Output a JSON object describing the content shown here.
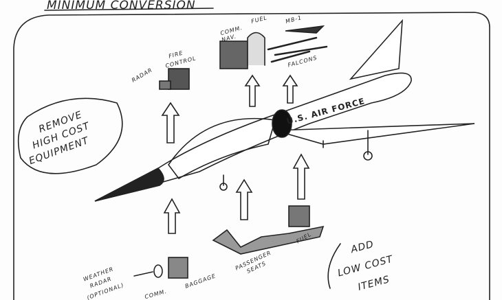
{
  "title": "MINIMUM CONVERSION",
  "remove_note": [
    "REMOVE",
    "HIGH COST",
    "EQUIPMENT"
  ],
  "add_note": [
    "ADD",
    "LOW COST",
    "ITEMS"
  ],
  "removed_items": {
    "radar": "RADAR",
    "fire_control": [
      "FIRE",
      "CONTROL"
    ],
    "comm_nav": [
      "COMM.",
      "NAV."
    ],
    "fuel": "FUEL",
    "mb1": "MB-1",
    "falcons": "FALCONS"
  },
  "added_items": {
    "weather_radar": [
      "WEATHER",
      "RADAR",
      "(OPTIONAL)"
    ],
    "comm": "COMM.",
    "baggage": "BAGGAGE",
    "passenger_seats": [
      "PASSENGER",
      "SEATS"
    ],
    "fuel": "FUEL"
  },
  "aircraft_marking": "U.S. AIR FORCE"
}
